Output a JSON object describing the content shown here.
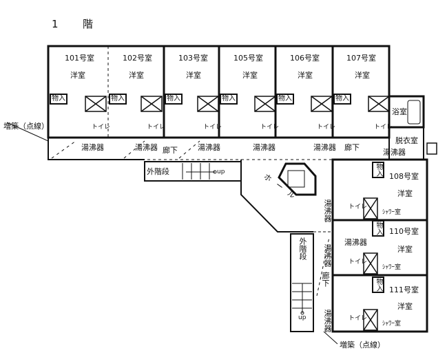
{
  "title": {
    "floor_num": "1",
    "floor_label": "階"
  },
  "rooms_top": [
    {
      "name": "101号室",
      "type": "洋室"
    },
    {
      "name": "102号室",
      "type": "洋室"
    },
    {
      "name": "103号室",
      "type": "洋室"
    },
    {
      "name": "105号室",
      "type": "洋室"
    },
    {
      "name": "106号室",
      "type": "洋室"
    },
    {
      "name": "107号室",
      "type": "洋室"
    }
  ],
  "rooms_right": [
    {
      "name": "108号室",
      "type": "洋室",
      "shower": "ｼｬﾜｰ室"
    },
    {
      "name": "110号室",
      "type": "洋室",
      "shower": "ｼｬﾜｰ室"
    },
    {
      "name": "111号室",
      "type": "洋室",
      "shower": "ｼｬﾜｰ室"
    }
  ],
  "labels": {
    "closet": "物入",
    "toilet": "トイレ",
    "water_heater": "湯沸器",
    "corridor": "廊下",
    "bath": "浴室",
    "dressing": "脱衣室",
    "outer_stairs": "外階段",
    "up": "up",
    "hall": "ホール",
    "extension": "増築（点線）"
  }
}
